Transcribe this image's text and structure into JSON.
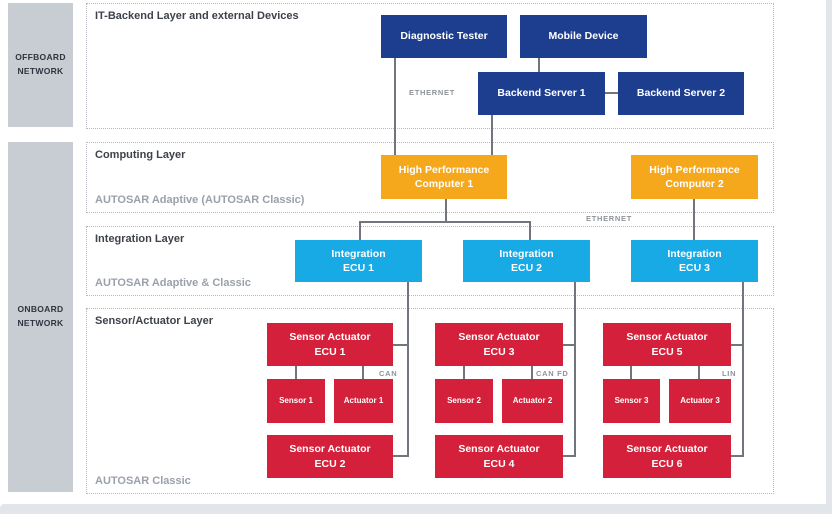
{
  "side_labels": {
    "offboard": "OFFBOARD\nNETWORK",
    "onboard": "ONBOARD\nNETWORK"
  },
  "sections": {
    "it_backend": {
      "title": "IT-Backend Layer and external Devices"
    },
    "computing": {
      "title": "Computing Layer",
      "subtitle": "AUTOSAR Adaptive (AUTOSAR Classic)"
    },
    "integration": {
      "title": "Integration Layer",
      "subtitle": "AUTOSAR Adaptive & Classic"
    },
    "sensor_actuator": {
      "title": "Sensor/Actuator Layer",
      "subtitle": "AUTOSAR Classic"
    }
  },
  "nodes": {
    "diagnostic_tester": "Diagnostic Tester",
    "mobile_device": "Mobile Device",
    "backend_server_1": "Backend Server 1",
    "backend_server_2": "Backend Server 2",
    "hpc_1": "High Performance\nComputer 1",
    "hpc_2": "High Performance\nComputer 2",
    "integration_ecu_1": "Integration\nECU 1",
    "integration_ecu_2": "Integration\nECU 2",
    "integration_ecu_3": "Integration\nECU 3",
    "sensor_actuator_ecu_1": "Sensor Actuator\nECU 1",
    "sensor_actuator_ecu_2": "Sensor Actuator\nECU 2",
    "sensor_actuator_ecu_3": "Sensor Actuator\nECU 3",
    "sensor_actuator_ecu_4": "Sensor Actuator\nECU 4",
    "sensor_actuator_ecu_5": "Sensor Actuator\nECU 5",
    "sensor_actuator_ecu_6": "Sensor Actuator\nECU 6",
    "sensor_1": "Sensor 1",
    "actuator_1": "Actuator 1",
    "sensor_2": "Sensor 2",
    "actuator_2": "Actuator 2",
    "sensor_3": "Sensor 3",
    "actuator_3": "Actuator 3"
  },
  "bus_labels": {
    "ethernet_offboard": "ETHERNET",
    "ethernet_onboard": "ETHERNET",
    "can": "CAN",
    "can_fd": "CAN FD",
    "lin": "LIN"
  },
  "colors": {
    "backend_blue": "#1d3e8f",
    "hpc_orange": "#f6a81c",
    "integration_cyan": "#18aae5",
    "sensor_red": "#d4203a",
    "sidebar_gray": "#c8cdd3",
    "connector_gray": "#71767d",
    "dotted_border": "#b4b9bf",
    "subtitle_gray": "#9aa1ab"
  }
}
